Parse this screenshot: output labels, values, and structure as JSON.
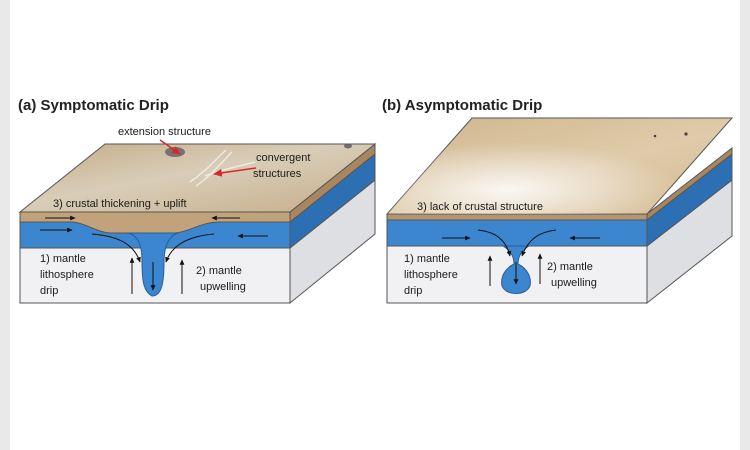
{
  "panels": [
    {
      "title": "(a) Symptomatic Drip",
      "labels": {
        "extension": "extension structure",
        "convergent_1": "convergent",
        "convergent_2": "structures",
        "crust": "3) crustal thickening + uplift",
        "drip_1": "1) mantle",
        "drip_2": "lithosphere",
        "drip_3": "drip",
        "upwelling_1": "2) mantle",
        "upwelling_2": "upwelling"
      }
    },
    {
      "title": "(b) Asymptomatic Drip",
      "labels": {
        "crust": "3) lack of crustal structure",
        "drip_1": "1) mantle",
        "drip_2": "lithosphere",
        "drip_3": "drip",
        "upwelling_1": "2) mantle",
        "upwelling_2": "upwelling"
      }
    }
  ],
  "colors": {
    "crust_top": "#c9b290",
    "crust_side": "#a8865f",
    "lithosphere": "#3b86cf",
    "lithosphere_dark": "#2d6fb3",
    "mantle_front": "#f1f1f3",
    "mantle_side": "#dedfe2",
    "arrow_red": "#d8262a"
  }
}
